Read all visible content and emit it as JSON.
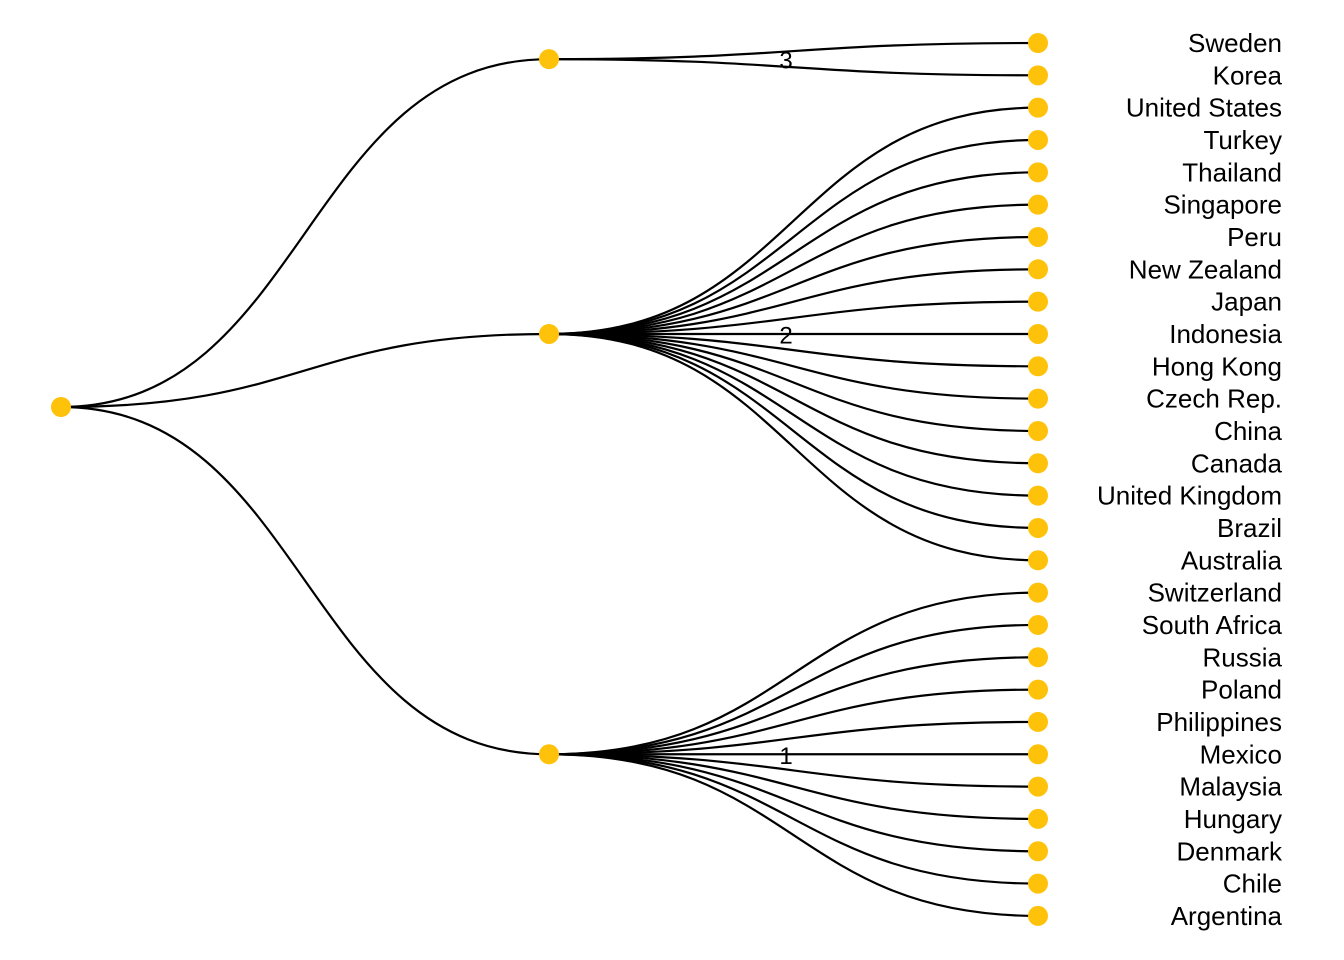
{
  "colors": {
    "node": "#FFC20A",
    "edge": "#000000"
  },
  "chart_data": {
    "type": "dendrogram",
    "root": "root",
    "clusters": [
      {
        "label": "3",
        "leaves": [
          "Sweden",
          "Korea"
        ]
      },
      {
        "label": "2",
        "leaves": [
          "United States",
          "Turkey",
          "Thailand",
          "Singapore",
          "Peru",
          "New Zealand",
          "Japan",
          "Indonesia",
          "Hong Kong",
          "Czech Rep.",
          "China",
          "Canada",
          "United Kingdom",
          "Brazil",
          "Australia"
        ]
      },
      {
        "label": "1",
        "leaves": [
          "Switzerland",
          "South Africa",
          "Russia",
          "Poland",
          "Philippines",
          "Mexico",
          "Malaysia",
          "Hungary",
          "Denmark",
          "Chile",
          "Argentina"
        ]
      }
    ]
  }
}
